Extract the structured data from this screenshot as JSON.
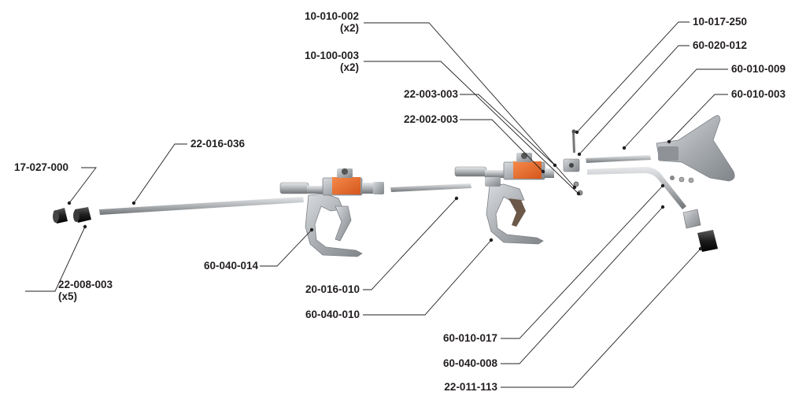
{
  "labels": {
    "p10010002": "10-010-002",
    "p10010002_qty": "(x2)",
    "p10100003": "10-100-003",
    "p10100003_qty": "(x2)",
    "p22003003": "22-003-003",
    "p22002003": "22-002-003",
    "p10017250": "10-017-250",
    "p60020012": "60-020-012",
    "p60010009": "60-010-009",
    "p60010003": "60-010-003",
    "p22016036": "22-016-036",
    "p17027000": "17-027-000",
    "p22008003": "22-008-003",
    "p22008003_qty": "(x5)",
    "p60040014": "60-040-014",
    "p20016010": "20-016-010",
    "p60040010": "60-040-010",
    "p60010017": "60-010-017",
    "p60040008": "60-040-008",
    "p22011113": "22-011-113"
  },
  "colors": {
    "leader": "#231f20",
    "metal": "#b9bcbf",
    "orange": "#e8682a",
    "dark": "#2b2b2b"
  }
}
